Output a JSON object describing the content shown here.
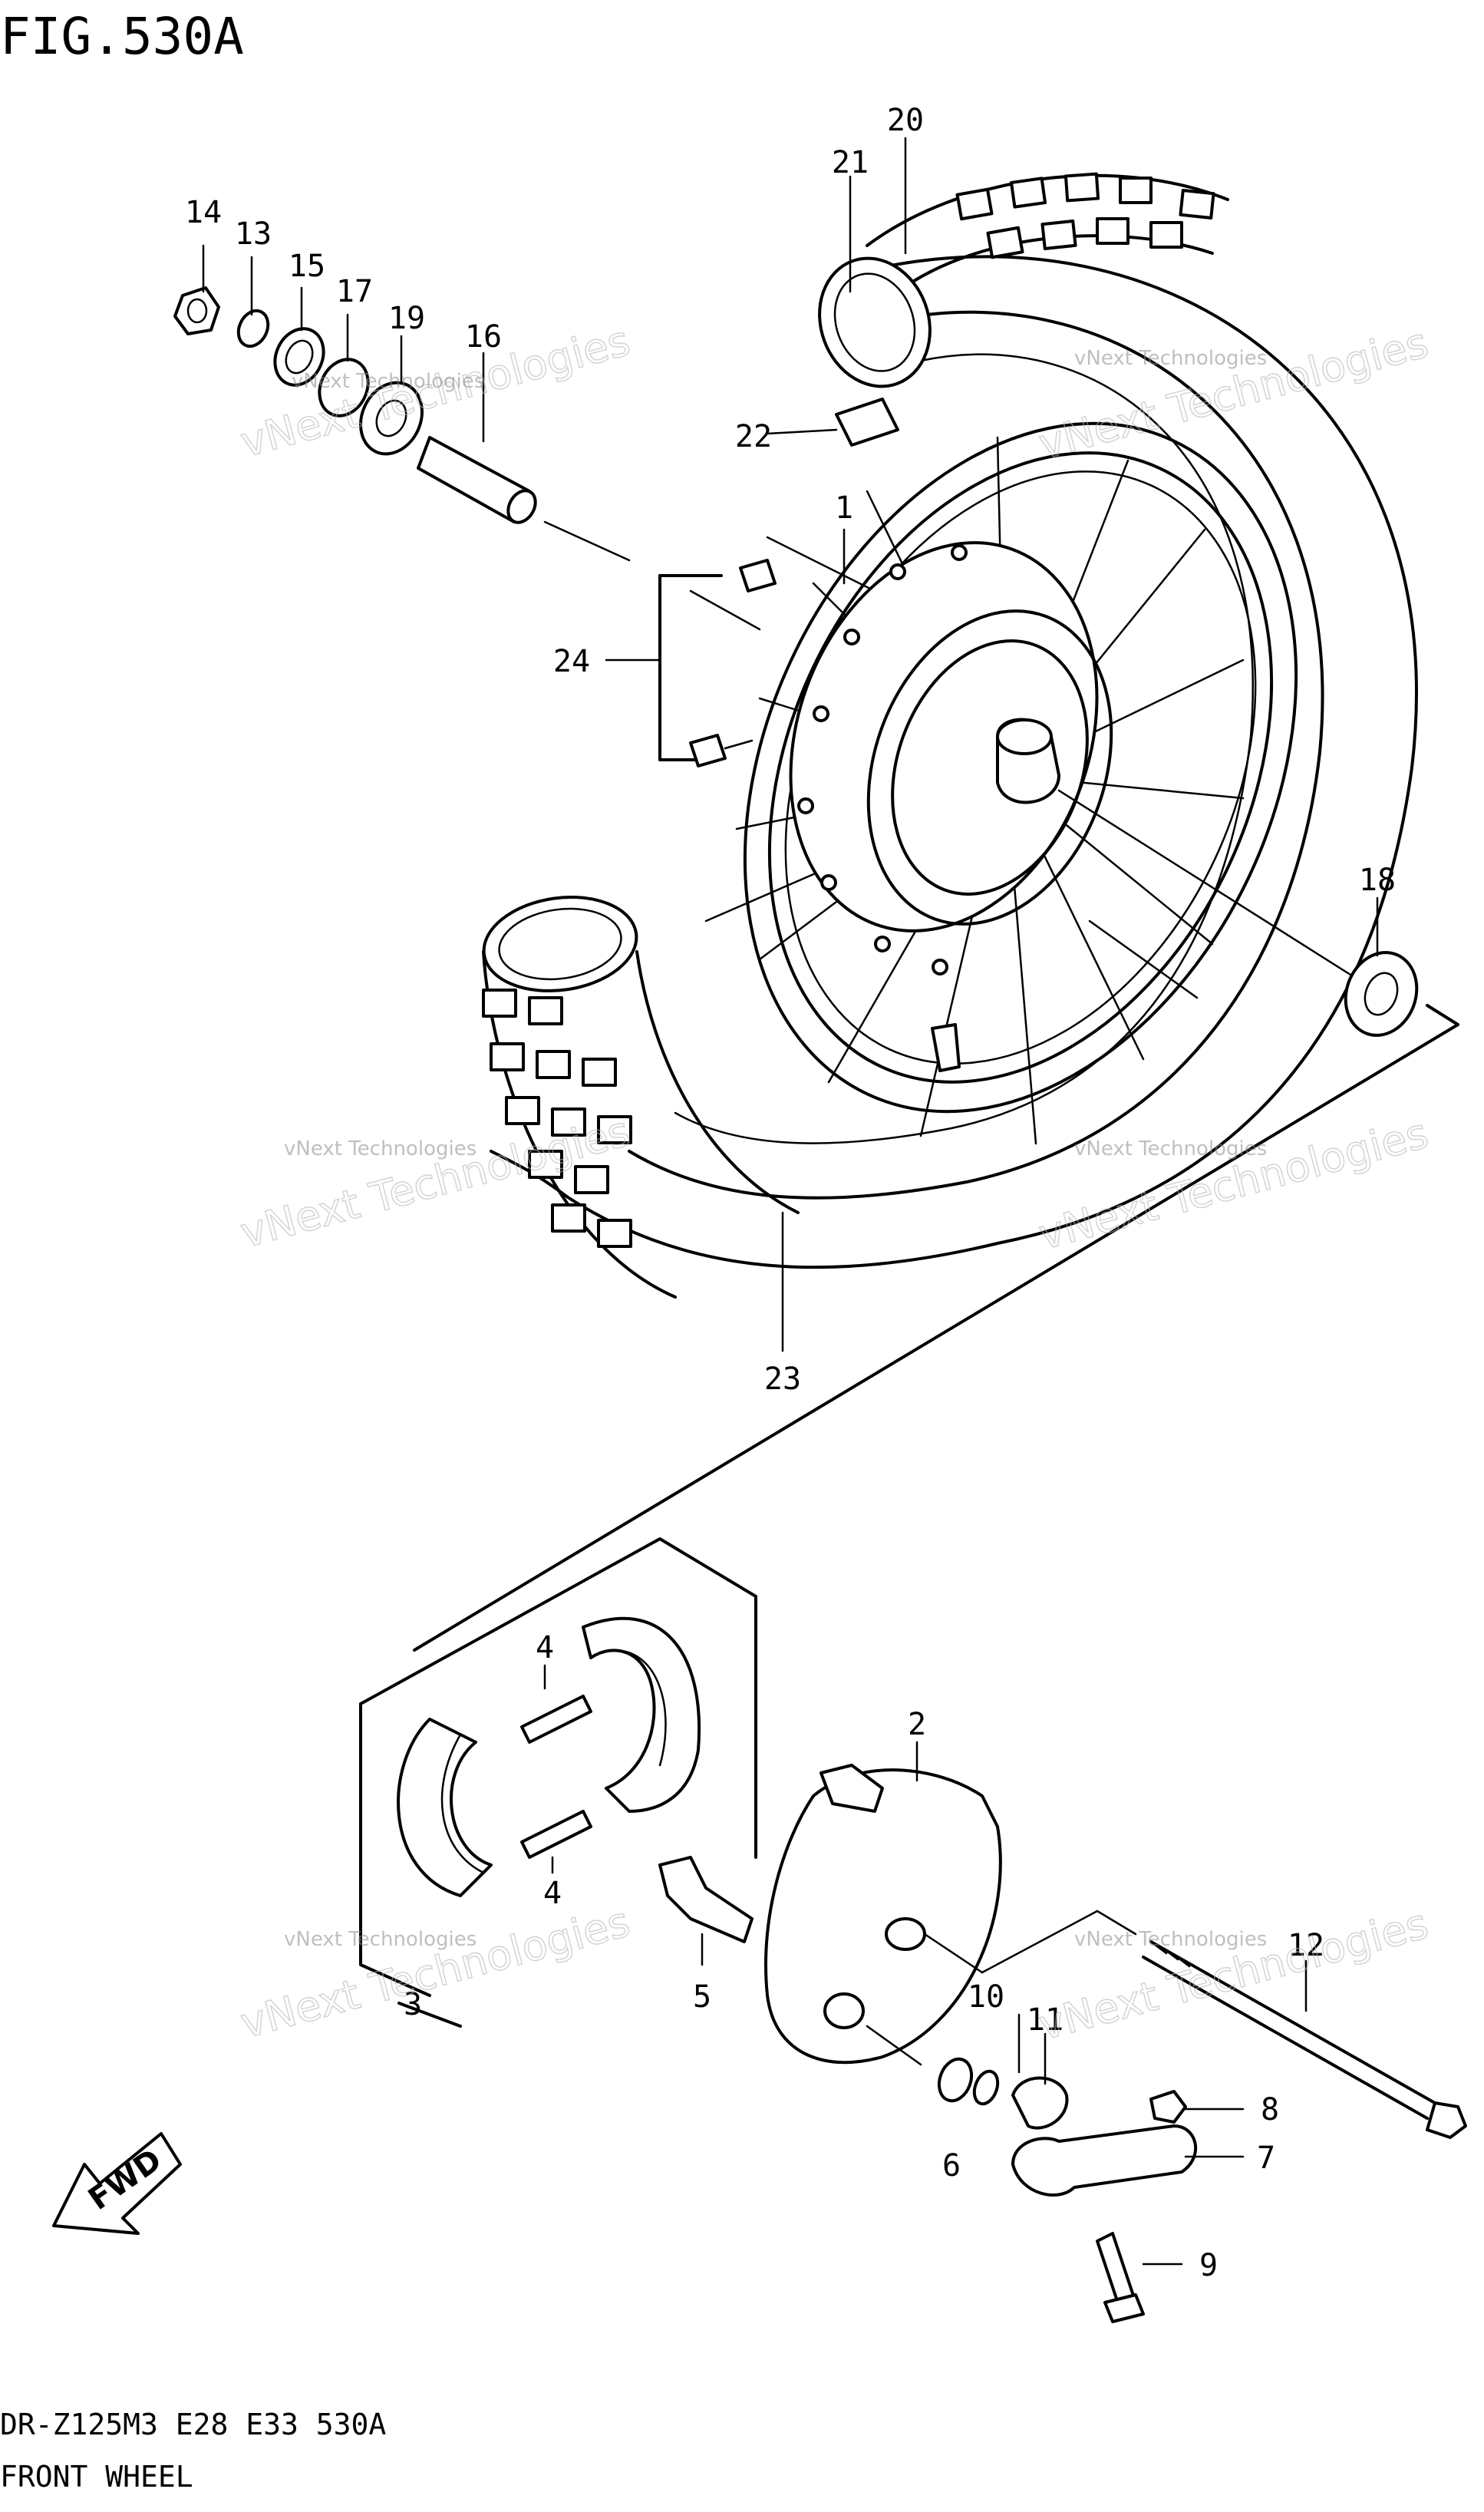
{
  "figure": {
    "title": "FIG.530A"
  },
  "callouts": {
    "c1": "1",
    "c2": "2",
    "c3": "3",
    "c4a": "4",
    "c4b": "4",
    "c5": "5",
    "c6": "6",
    "c7": "7",
    "c8": "8",
    "c9": "9",
    "c10": "10",
    "c11": "11",
    "c12": "12",
    "c13": "13",
    "c14": "14",
    "c15": "15",
    "c16": "16",
    "c17": "17",
    "c18": "18",
    "c19": "19",
    "c20": "20",
    "c21": "21",
    "c22": "22",
    "c23": "23",
    "c24": "24"
  },
  "fwd_label": "FWD",
  "watermark": {
    "text": "vNext Technologies",
    "big_text": "vNext Technologies"
  },
  "footer": {
    "model_line": "DR-Z125M3 E28 E33 530A",
    "name_line": "FRONT WHEEL"
  }
}
